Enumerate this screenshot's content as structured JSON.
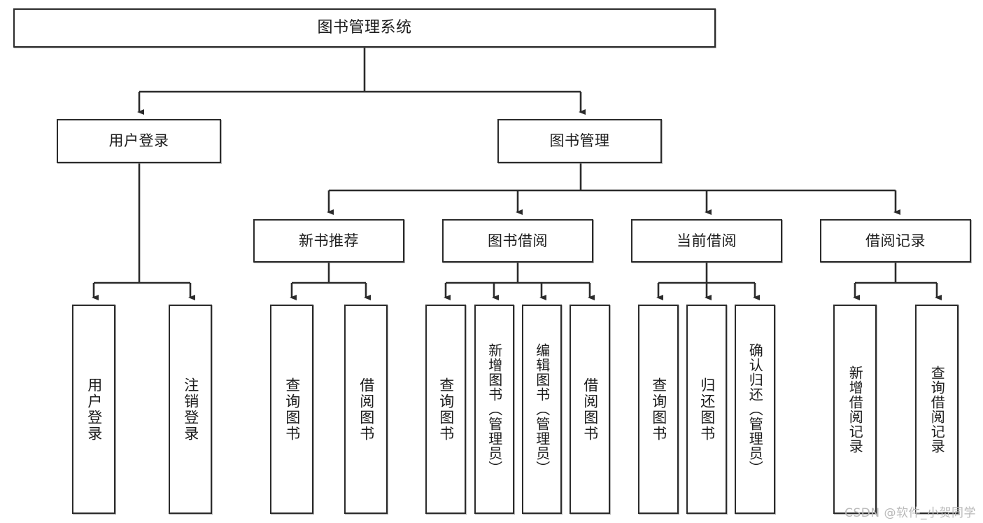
{
  "diagram": {
    "title": "图书管理系统",
    "root": {
      "label": "图书管理系统"
    },
    "level1": [
      {
        "label": "用户登录"
      },
      {
        "label": "图书管理"
      }
    ],
    "level2": [
      {
        "label": "新书推荐"
      },
      {
        "label": "图书借阅"
      },
      {
        "label": "当前借阅"
      },
      {
        "label": "借阅记录"
      }
    ],
    "leaves": [
      {
        "label": "用户登录"
      },
      {
        "label": "注销登录"
      },
      {
        "label": "查询图书"
      },
      {
        "label": "借阅图书"
      },
      {
        "label": "查询图书"
      },
      {
        "label": "新增图书（管理员）"
      },
      {
        "label": "编辑图书（管理员）"
      },
      {
        "label": "借阅图书"
      },
      {
        "label": "查询图书"
      },
      {
        "label": "归还图书"
      },
      {
        "label": "确认归还（管理员）"
      },
      {
        "label": "新增借阅记录"
      },
      {
        "label": "查询借阅记录"
      }
    ]
  },
  "watermark": {
    "text": "CSDN @软件_小贺同学"
  },
  "colors": {
    "border": "#2b2b2b",
    "background": "#ffffff",
    "text": "#1c1c1c",
    "watermark": "#b9b9b9"
  },
  "chart_data": {
    "type": "diagram",
    "title": "图书管理系统",
    "nodes": [
      {
        "id": "root",
        "label": "图书管理系统",
        "level": 0
      },
      {
        "id": "l1a",
        "label": "用户登录",
        "level": 1
      },
      {
        "id": "l1b",
        "label": "图书管理",
        "level": 1
      },
      {
        "id": "l2a",
        "label": "新书推荐",
        "level": 2
      },
      {
        "id": "l2b",
        "label": "图书借阅",
        "level": 2
      },
      {
        "id": "l2c",
        "label": "当前借阅",
        "level": 2
      },
      {
        "id": "l2d",
        "label": "借阅记录",
        "level": 2
      },
      {
        "id": "f1",
        "label": "用户登录",
        "level": 3
      },
      {
        "id": "f2",
        "label": "注销登录",
        "level": 3
      },
      {
        "id": "f3",
        "label": "查询图书",
        "level": 3
      },
      {
        "id": "f4",
        "label": "借阅图书",
        "level": 3
      },
      {
        "id": "f5",
        "label": "查询图书",
        "level": 3
      },
      {
        "id": "f6",
        "label": "新增图书（管理员）",
        "level": 3
      },
      {
        "id": "f7",
        "label": "编辑图书（管理员）",
        "level": 3
      },
      {
        "id": "f8",
        "label": "借阅图书",
        "level": 3
      },
      {
        "id": "f9",
        "label": "查询图书",
        "level": 3
      },
      {
        "id": "f10",
        "label": "归还图书",
        "level": 3
      },
      {
        "id": "f11",
        "label": "确认归还（管理员）",
        "level": 3
      },
      {
        "id": "f12",
        "label": "新增借阅记录",
        "level": 3
      },
      {
        "id": "f13",
        "label": "查询借阅记录",
        "level": 3
      }
    ],
    "edges": [
      [
        "root",
        "l1a"
      ],
      [
        "root",
        "l1b"
      ],
      [
        "l1a",
        "f1"
      ],
      [
        "l1a",
        "f2"
      ],
      [
        "l1b",
        "l2a"
      ],
      [
        "l1b",
        "l2b"
      ],
      [
        "l1b",
        "l2c"
      ],
      [
        "l1b",
        "l2d"
      ],
      [
        "l2a",
        "f3"
      ],
      [
        "l2a",
        "f4"
      ],
      [
        "l2b",
        "f5"
      ],
      [
        "l2b",
        "f6"
      ],
      [
        "l2b",
        "f7"
      ],
      [
        "l2b",
        "f8"
      ],
      [
        "l2c",
        "f9"
      ],
      [
        "l2c",
        "f10"
      ],
      [
        "l2c",
        "f11"
      ],
      [
        "l2d",
        "f12"
      ],
      [
        "l2d",
        "f13"
      ]
    ]
  }
}
